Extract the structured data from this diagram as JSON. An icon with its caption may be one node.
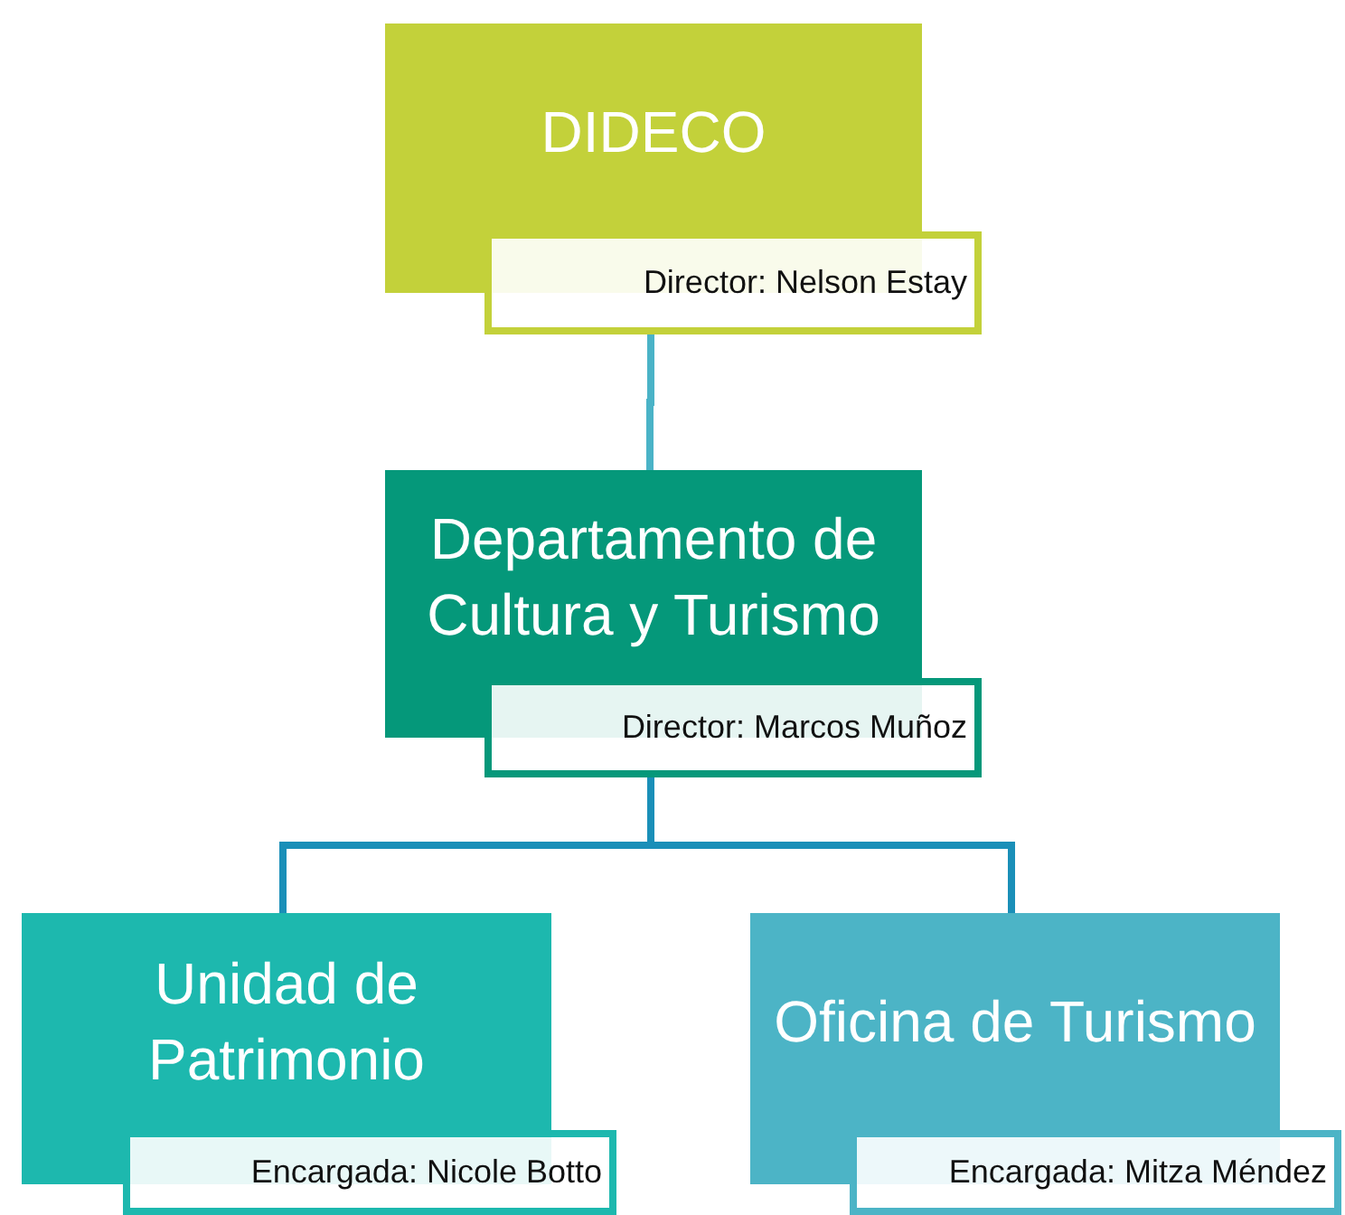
{
  "diagram": {
    "nodes": [
      {
        "text": [
          "DIDECO",
          "Director: Nelson Estay"
        ]
      },
      {
        "text": [
          "Departamento de Cultura y Turismo",
          "Director: Marcos Muñoz"
        ]
      },
      {
        "text": [
          "Unidad de Patrimonio",
          "Encargada: Nicole Botto"
        ]
      },
      {
        "text": [
          "Oficina de Turismo",
          "Encargada: Mitza Méndez"
        ]
      }
    ],
    "edges": [
      {
        "from": 0,
        "to": 1,
        "arrow": "none"
      },
      {
        "from": 1,
        "to": 2,
        "arrow": "none"
      },
      {
        "from": 1,
        "to": 3,
        "arrow": "none"
      }
    ]
  }
}
